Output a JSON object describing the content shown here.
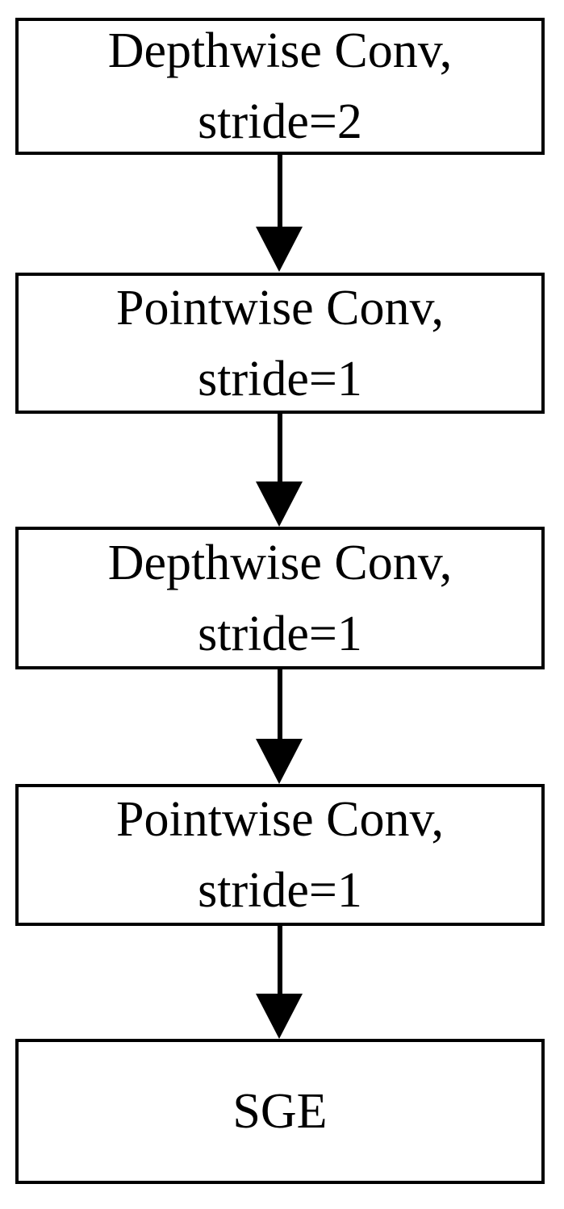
{
  "diagram": {
    "type": "flowchart",
    "orientation": "vertical",
    "background_color": "#ffffff",
    "stroke_color": "#000000",
    "text_color": "#000000",
    "nodes": [
      {
        "id": "depthwise-conv-s2",
        "lines": [
          "Depthwise Conv,",
          "stride=2"
        ],
        "line1": "Depthwise Conv,",
        "line2": "stride=2",
        "shape": "rectangle"
      },
      {
        "id": "pointwise-conv-s1-a",
        "lines": [
          "Pointwise Conv,",
          "stride=1"
        ],
        "line1": "Pointwise Conv,",
        "line2": "stride=1",
        "shape": "rectangle"
      },
      {
        "id": "depthwise-conv-s1",
        "lines": [
          "Depthwise Conv,",
          "stride=1"
        ],
        "line1": "Depthwise Conv,",
        "line2": "stride=1",
        "shape": "rectangle"
      },
      {
        "id": "pointwise-conv-s1-b",
        "lines": [
          "Pointwise Conv,",
          "stride=1"
        ],
        "line1": "Pointwise Conv,",
        "line2": "stride=1",
        "shape": "rectangle"
      },
      {
        "id": "sge",
        "lines": [
          "SGE"
        ],
        "line1": "SGE",
        "line2": "",
        "shape": "rectangle"
      }
    ],
    "edges": [
      {
        "from": "depthwise-conv-s2",
        "to": "pointwise-conv-s1-a",
        "style": "solid-arrow-down",
        "label": ""
      },
      {
        "from": "pointwise-conv-s1-a",
        "to": "depthwise-conv-s1",
        "style": "solid-arrow-down",
        "label": ""
      },
      {
        "from": "depthwise-conv-s1",
        "to": "pointwise-conv-s1-b",
        "style": "solid-arrow-down",
        "label": ""
      },
      {
        "from": "pointwise-conv-s1-b",
        "to": "sge",
        "style": "solid-arrow-down",
        "label": ""
      }
    ]
  }
}
